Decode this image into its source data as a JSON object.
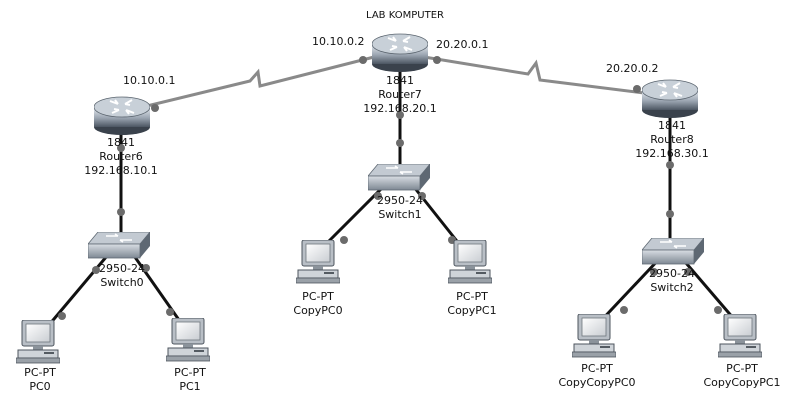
{
  "title": "LAB KOMPUTER",
  "colors": {
    "link": "#111111",
    "serial": "#8a8a8a",
    "port": "#6b6b6b"
  },
  "devices": {
    "router6": {
      "model": "1841",
      "name": "Router6",
      "lan_ip": "192.168.10.1",
      "wan_ip": "10.10.0.1"
    },
    "router7": {
      "model": "1841",
      "name": "Router7",
      "lan_ip": "192.168.20.1",
      "wan_ip_left": "10.10.0.2",
      "wan_ip_right": "20.20.0.1"
    },
    "router8": {
      "model": "1841",
      "name": "Router8",
      "lan_ip": "192.168.30.1",
      "wan_ip": "20.20.0.2"
    },
    "switch0": {
      "model": "2950-24",
      "name": "Switch0"
    },
    "switch1": {
      "model": "2950-24",
      "name": "Switch1"
    },
    "switch2": {
      "model": "2950-24",
      "name": "Switch2"
    },
    "pc0": {
      "type": "PC-PT",
      "name": "PC0"
    },
    "pc1": {
      "type": "PC-PT",
      "name": "PC1"
    },
    "copypc0": {
      "type": "PC-PT",
      "name": "CopyPC0"
    },
    "copypc1": {
      "type": "PC-PT",
      "name": "CopyPC1"
    },
    "copycopypc0": {
      "type": "PC-PT",
      "name": "CopyCopyPC0"
    },
    "copycopypc1": {
      "type": "PC-PT",
      "name": "CopyCopyPC1"
    }
  }
}
